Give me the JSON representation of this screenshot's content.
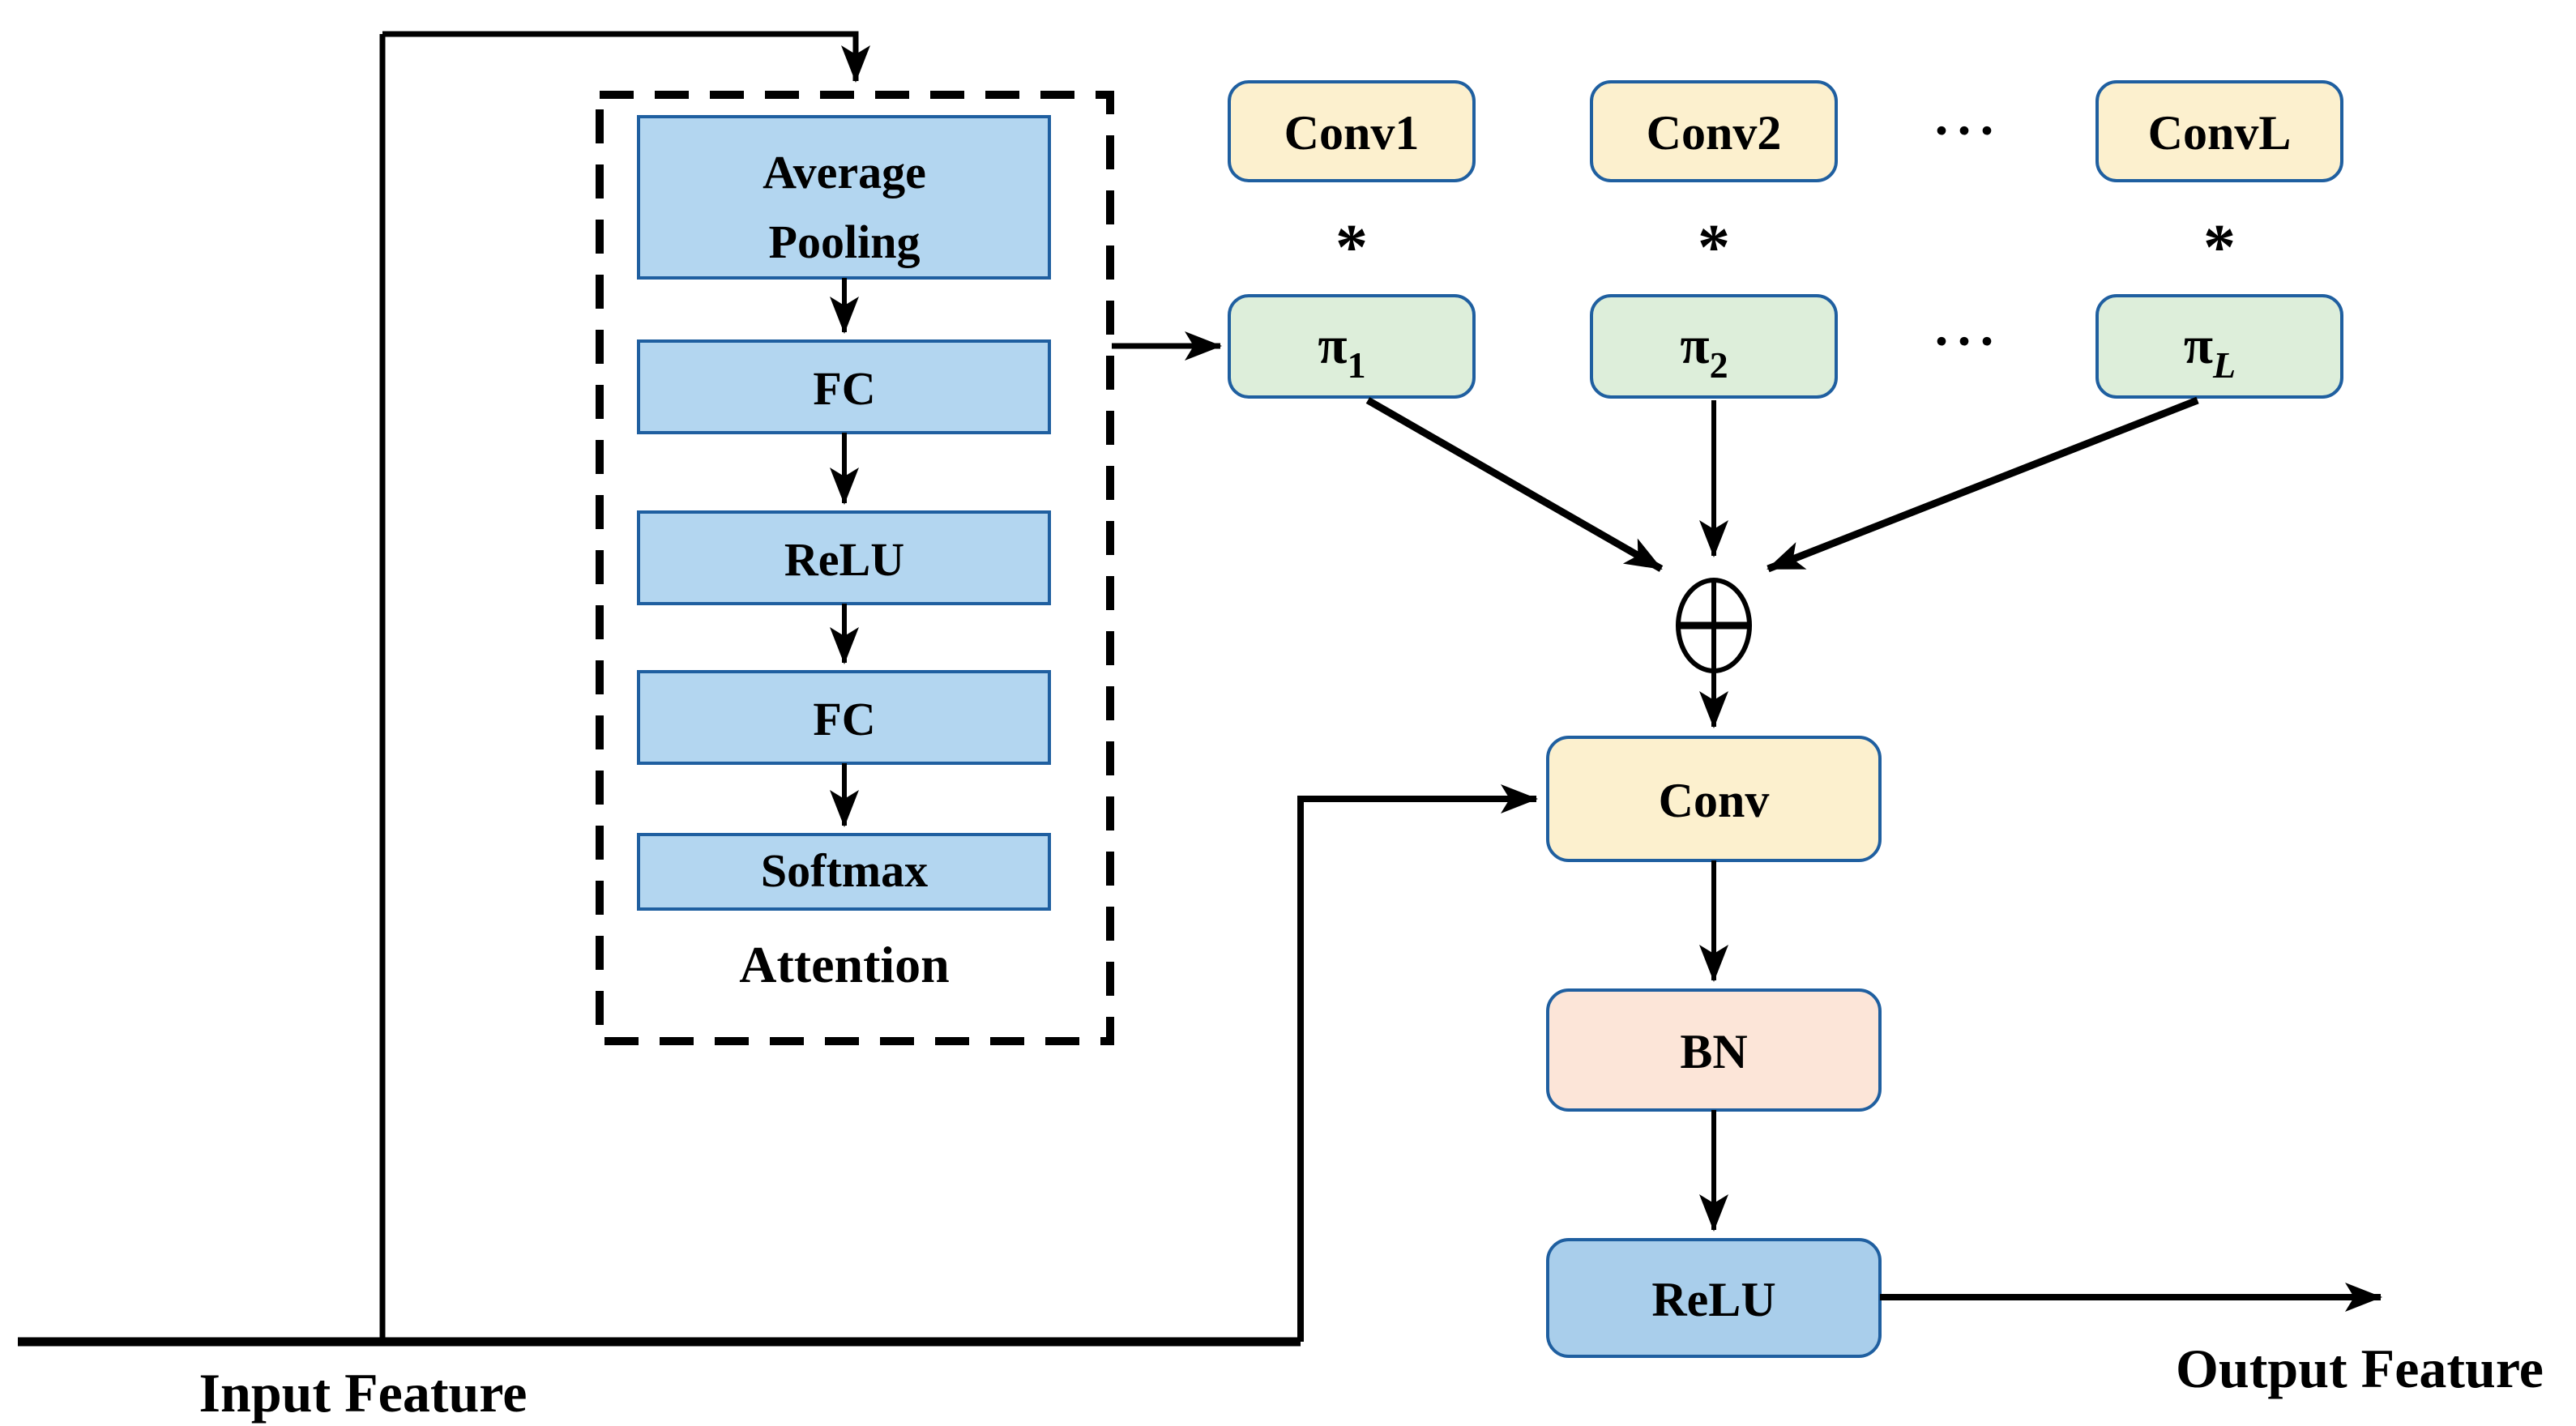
{
  "figure": {
    "io": {
      "input_label": "Input Feature",
      "output_label": "Output Feature"
    },
    "attention": {
      "label": "Attention",
      "avg_pool_line1": "Average",
      "avg_pool_line2": "Pooling",
      "fc1": "FC",
      "relu": "ReLU",
      "fc2": "FC",
      "softmax": "Softmax"
    },
    "kernels": [
      {
        "label": "Conv1"
      },
      {
        "label": "Conv2"
      },
      {
        "label": "ConvL"
      }
    ],
    "kernel_dots": "···",
    "weight_dots": "···",
    "multiply_symbols": [
      "*",
      "*",
      "*"
    ],
    "weights": [
      {
        "symbol": "π",
        "sub": "1"
      },
      {
        "symbol": "π",
        "sub": "2"
      },
      {
        "symbol": "π",
        "sub": "L"
      }
    ],
    "fusion": {
      "conv": "Conv",
      "bn": "BN",
      "relu": "ReLU"
    }
  },
  "colors": {
    "attention_box_fill": "#B3D6F0",
    "kernel_box_fill": "#FCF0CE",
    "weight_box_fill": "#DDEEDA",
    "conv_box_fill": "#FCF0CE",
    "bn_box_fill": "#FCE5D8",
    "relu_box_fill": "#A9CEEB",
    "box_border": "#1F5FA0",
    "line_color": "#000000"
  }
}
